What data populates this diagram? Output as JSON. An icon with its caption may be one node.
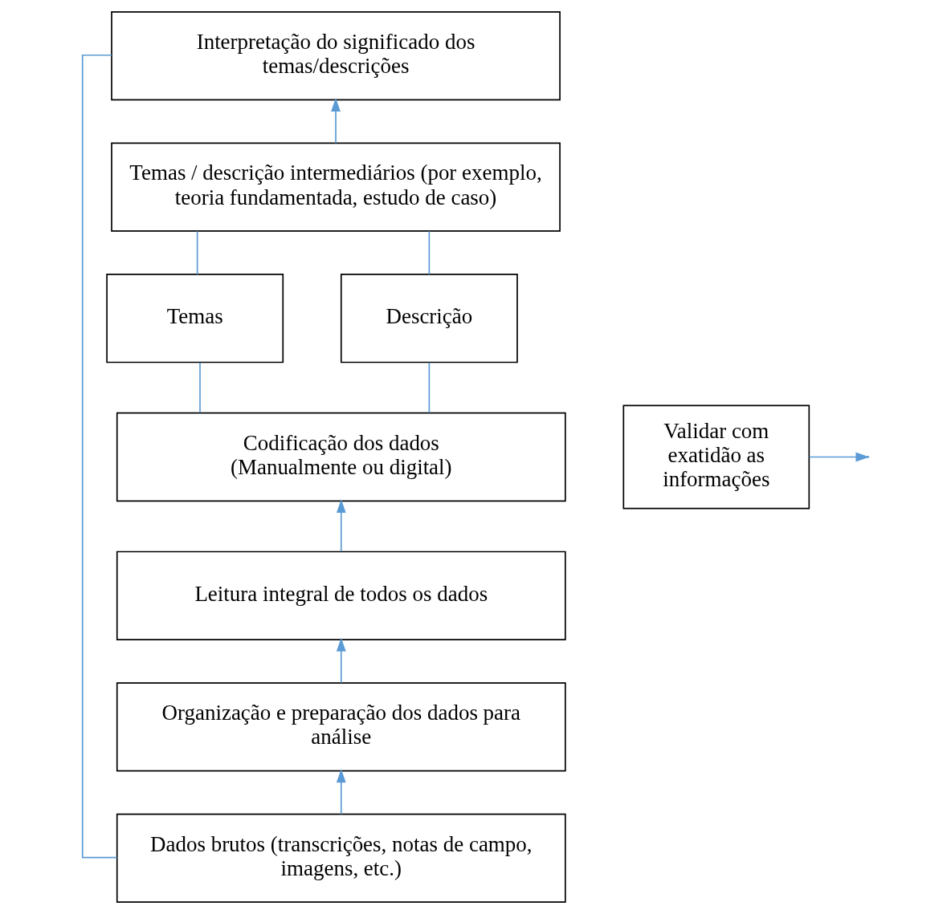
{
  "diagram": {
    "nodes": [
      {
        "text": [
          "Interpretação do significado dos temas/descrições"
        ]
      },
      {
        "text": [
          "Temas / descrição intermediários (por exemplo, teoria fundamentada, estudo de caso)"
        ]
      },
      {
        "text": [
          "Temas"
        ]
      },
      {
        "text": [
          "Descrição"
        ]
      },
      {
        "text": [
          "Codificação dos dados (Manualmente ou digital)"
        ]
      },
      {
        "text": [
          "Leitura integral de todos os dados"
        ]
      },
      {
        "text": [
          "Organização e preparação dos dados para análise"
        ]
      },
      {
        "text": [
          "Dados brutos (transcrições, notas de campo, imagens, etc.)"
        ]
      },
      {
        "text": [
          "Validar com exatidão as informações"
        ]
      }
    ],
    "edges": [
      {
        "from": 7,
        "to": 6,
        "arrow": "to"
      },
      {
        "from": 6,
        "to": 5,
        "arrow": "to"
      },
      {
        "from": 5,
        "to": 4,
        "arrow": "to"
      },
      {
        "from": 4,
        "to": 2,
        "arrow": "none"
      },
      {
        "from": 4,
        "to": 3,
        "arrow": "none"
      },
      {
        "from": 2,
        "to": 1,
        "arrow": "none"
      },
      {
        "from": 3,
        "to": 1,
        "arrow": "none"
      },
      {
        "from": 1,
        "to": 0,
        "arrow": "to"
      },
      {
        "from": 7,
        "to": 0,
        "arrow": "none"
      },
      {
        "from": 8,
        "to": null,
        "arrow": "to"
      }
    ]
  }
}
